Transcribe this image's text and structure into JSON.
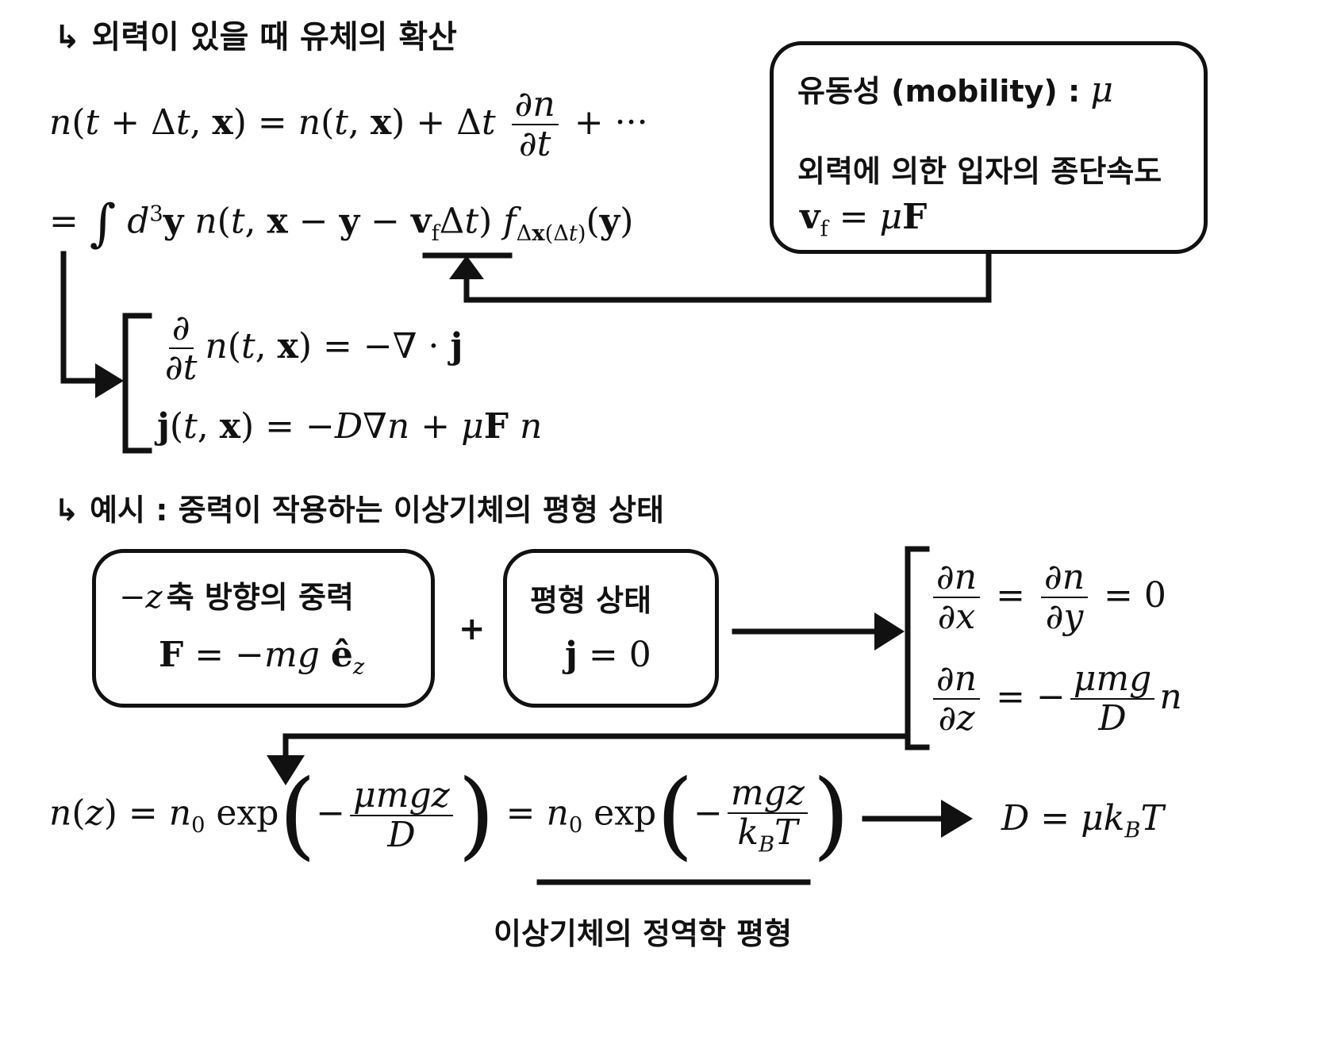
{
  "heading1": "외력이 있을 때 유체의 확산",
  "heading2": "예시 : 중력이 작용하는 이상기체의 평형 상태",
  "mobility_box": {
    "title": "유동성 (mobility) : ",
    "mu": "μ",
    "desc": "외력에 의한 입자의 종단속도",
    "eq": "v_f = μF"
  },
  "eq_top": {
    "line1": "n(t + Δt, x) = n(t, x) + Δt ∂n/∂t + ···",
    "line2": "= ∫ d³y n(t, x − y − v_f Δt) f_Δx(Δt)(y)"
  },
  "system1": {
    "eq1": "∂/∂t n(t, x) = −∇ · j",
    "eq2": "j(t, x) = −D∇n + μF n"
  },
  "gravity_box": {
    "title_math": "−z",
    "title_text": "축 방향의 중력",
    "eq": "F = −mg ê_z"
  },
  "plus": "+",
  "equilibrium_box": {
    "title": "평형 상태",
    "eq": "j = 0"
  },
  "system2": {
    "eq1": "∂n/∂x = ∂n/∂y = 0",
    "eq2": "∂n/∂z = −(μmg/D) n"
  },
  "result": {
    "eq": "n(z) = n0 exp(−μmgz/D) = n0 exp(−mgz/kBT)",
    "einstein": "D = μk_B T"
  },
  "caption": "이상기체의 정역학 평형"
}
